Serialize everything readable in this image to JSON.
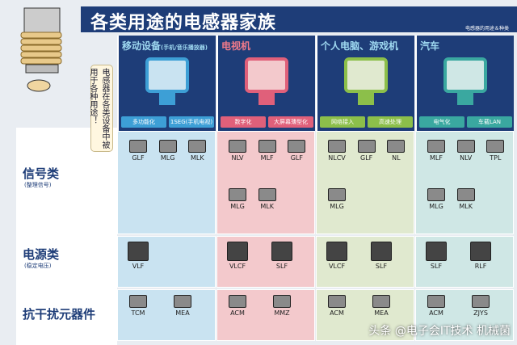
{
  "header": {
    "title": "各类用途的电感器家族",
    "subtitle": "电感器的用途＆种类"
  },
  "bubble": "电感器在各类设备中被用于各种用途！",
  "devices": [
    {
      "name": "移动设备",
      "note": "(手机/音乐播放器)",
      "tags": [
        "多功能化",
        "1SEG(手机电视)"
      ],
      "color": "#c9e3f1",
      "tagcolor": "#3d9fd6"
    },
    {
      "name": "电视机",
      "note": "",
      "tags": [
        "数字化",
        "大屏幕薄型化"
      ],
      "color": "#f3c9cc",
      "tagcolor": "#e0607a"
    },
    {
      "name": "个人电脑、游戏机",
      "note": "",
      "tags": [
        "网络接入",
        "高速处理"
      ],
      "color": "#e0e9cf",
      "tagcolor": "#8cbf4a"
    },
    {
      "name": "汽车",
      "note": "",
      "tags": [
        "电气化",
        "车载LAN"
      ],
      "color": "#cfe7e5",
      "tagcolor": "#3aa8a0"
    }
  ],
  "rows": [
    {
      "label": "信号类",
      "sub": "(整理信号)"
    },
    {
      "label": "电源类",
      "sub": "(稳定电压)"
    },
    {
      "label": "抗干扰元器件",
      "sub": ""
    }
  ],
  "cells": [
    [
      [
        "GLF",
        "MLG",
        "MLK"
      ],
      [
        "NLV",
        "MLF",
        "GLF",
        "MLG",
        "MLK"
      ],
      [
        "NLCV",
        "GLF",
        "NL",
        "MLG"
      ],
      [
        "MLF",
        "NLV",
        "TPL",
        "MLG",
        "MLK"
      ]
    ],
    [
      [
        "VLF"
      ],
      [
        "VLCF",
        "SLF"
      ],
      [
        "VLCF",
        "SLF"
      ],
      [
        "SLF",
        "RLF"
      ]
    ],
    [
      [
        "TCM",
        "MEA"
      ],
      [
        "ACM",
        "MMZ"
      ],
      [
        "ACM",
        "MEA"
      ],
      [
        "ACM",
        "ZJYS"
      ]
    ]
  ],
  "watermark": "头条 @电子会IT技术 机械菌"
}
